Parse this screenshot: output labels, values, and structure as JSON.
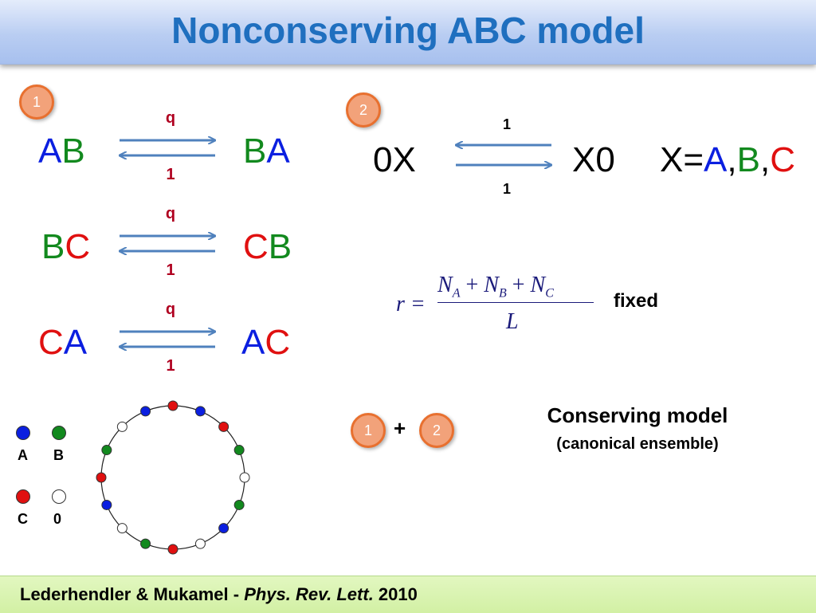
{
  "title": "Nonconserving ABC model",
  "colors": {
    "A": "#0b1fe0",
    "B": "#12891e",
    "C": "#e01010",
    "zero": "#ffffff",
    "badge": "#f2a27a",
    "title": "#1f6fbf",
    "rate": "#b00020"
  },
  "process1": {
    "badge": "1",
    "reactions": [
      {
        "left": [
          {
            "t": "A",
            "c": "A"
          },
          {
            "t": "B",
            "c": "B"
          }
        ],
        "right": [
          {
            "t": "B",
            "c": "B"
          },
          {
            "t": "A",
            "c": "A"
          }
        ],
        "forward_rate": "q",
        "backward_rate": "1"
      },
      {
        "left": [
          {
            "t": "B",
            "c": "B"
          },
          {
            "t": "C",
            "c": "C"
          }
        ],
        "right": [
          {
            "t": "C",
            "c": "C"
          },
          {
            "t": "B",
            "c": "B"
          }
        ],
        "forward_rate": "q",
        "backward_rate": "1"
      },
      {
        "left": [
          {
            "t": "C",
            "c": "C"
          },
          {
            "t": "A",
            "c": "A"
          }
        ],
        "right": [
          {
            "t": "A",
            "c": "A"
          },
          {
            "t": "C",
            "c": "C"
          }
        ],
        "forward_rate": "q",
        "backward_rate": "1"
      }
    ]
  },
  "process2": {
    "badge": "2",
    "left": "0X",
    "right": "X0",
    "top_rate": "1",
    "bottom_rate": "1",
    "x_def": {
      "prefix": "X=",
      "A": "A",
      "B": "B",
      "C": "C",
      "sep": ","
    }
  },
  "density": {
    "lhs": "r =",
    "N": "N",
    "subA": "A",
    "subB": "B",
    "subC": "C",
    "plus": "+",
    "denominator": "L",
    "label": "fixed"
  },
  "combo": {
    "badge1": "1",
    "plus": "+",
    "badge2": "2"
  },
  "conserving": {
    "title": "Conserving model",
    "subtitle": "(canonical ensemble)"
  },
  "legend": [
    {
      "label": "A",
      "color": "A"
    },
    {
      "label": "B",
      "color": "B"
    },
    {
      "label": "C",
      "color": "C"
    },
    {
      "label": "0",
      "color": "zero"
    }
  ],
  "ring_sequence": [
    "C",
    "A",
    "C",
    "B",
    "0",
    "B",
    "A",
    "0",
    "C",
    "B",
    "0",
    "A",
    "C",
    "B",
    "0",
    "A"
  ],
  "citation": {
    "authors": "Lederhendler & Mukamel - ",
    "journal": "Phys. Rev. Lett.",
    "year": " 2010"
  }
}
